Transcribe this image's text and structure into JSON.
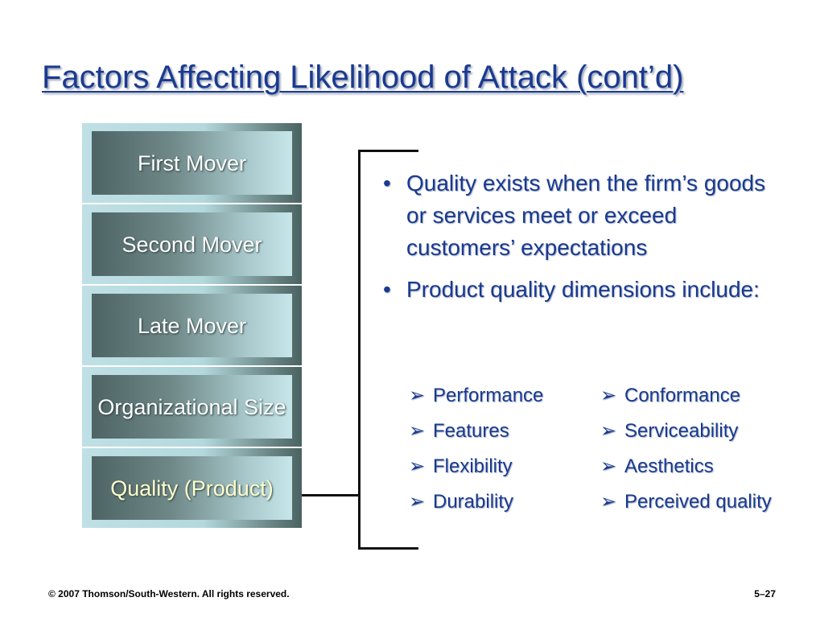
{
  "slide": {
    "title": "Factors Affecting Likelihood of Attack (cont’d)",
    "factors": [
      {
        "label": "First Mover"
      },
      {
        "label": "Second Mover"
      },
      {
        "label": "Late Mover"
      },
      {
        "label": "Organizational Size"
      },
      {
        "label": "Quality (Product)"
      }
    ],
    "bullets": [
      "Quality exists when the firm’s goods or services meet or exceed customers’ expectations",
      "Product quality dimensions include:"
    ],
    "dimensions": [
      "Performance",
      "Conformance",
      "Features",
      "Serviceability",
      "Flexibility",
      "Aesthetics",
      "Durability",
      "Perceived quality"
    ],
    "arrow_glyph": "➢",
    "footer": {
      "copyright": "© 2007 Thomson/South-Western. All rights reserved.",
      "page": "5–27"
    },
    "colors": {
      "title": "#1a3a8f",
      "body_text": "#1a3a8f",
      "highlight_tile_text": "#ffffcc"
    }
  }
}
